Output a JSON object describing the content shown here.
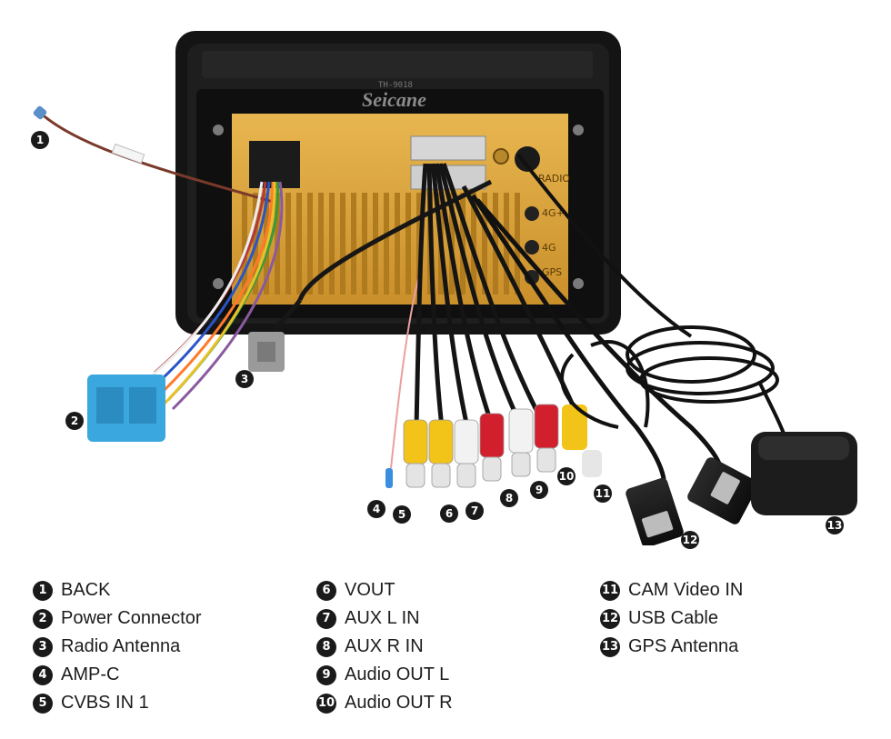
{
  "brand": {
    "logo_text": "Seicane",
    "model_text": "TH-9018"
  },
  "panel_labels": {
    "radio": "RADIO",
    "fourg": "4G+",
    "fourg_b": "4G",
    "gps": "GPS"
  },
  "callouts": [
    {
      "num": "1",
      "label": "BACK"
    },
    {
      "num": "2",
      "label": "Power Connector"
    },
    {
      "num": "3",
      "label": "Radio Antenna"
    },
    {
      "num": "4",
      "label": "AMP-C"
    },
    {
      "num": "5",
      "label": "CVBS IN 1"
    },
    {
      "num": "6",
      "label": "VOUT"
    },
    {
      "num": "7",
      "label": "AUX L IN"
    },
    {
      "num": "8",
      "label": "AUX R IN"
    },
    {
      "num": "9",
      "label": "Audio OUT L"
    },
    {
      "num": "10",
      "label": "Audio OUT R"
    },
    {
      "num": "11",
      "label": "CAM Video IN"
    },
    {
      "num": "12",
      "label": "USB Cable"
    },
    {
      "num": "13",
      "label": "GPS Antenna"
    }
  ],
  "colors": {
    "chassis": "#e0a93f",
    "bezel": "#151515",
    "power_plug": "#3aa7df",
    "rca_yellow": "#f2c318",
    "rca_red": "#d21f2e",
    "rca_white": "#f2f2f2"
  }
}
